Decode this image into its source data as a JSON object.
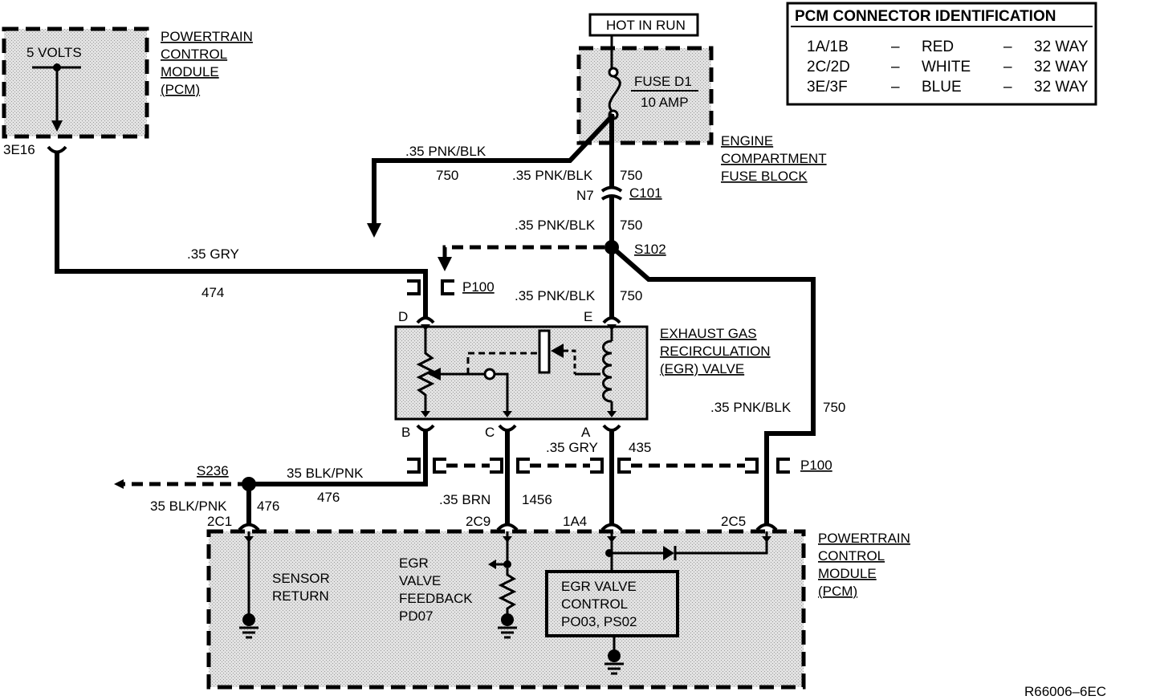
{
  "hot_in_run": "HOT IN RUN",
  "pcm_id": {
    "title": "PCM CONNECTOR IDENTIFICATION",
    "rows": [
      {
        "conn": "1A/1B",
        "dash1": "–",
        "color": "RED",
        "dash2": "–",
        "ways": "32 WAY"
      },
      {
        "conn": "2C/2D",
        "dash1": "–",
        "color": "WHITE",
        "dash2": "–",
        "ways": "32 WAY"
      },
      {
        "conn": "3E/3F",
        "dash1": "–",
        "color": "BLUE",
        "dash2": "–",
        "ways": "32 WAY"
      }
    ]
  },
  "pcm_top": {
    "voltage": "5 VOLTS",
    "name_lines": [
      "POWERTRAIN",
      "CONTROL",
      "MODULE",
      "(PCM)"
    ],
    "pin": "3E16"
  },
  "fuse": {
    "name": "FUSE D1",
    "rating": "10 AMP",
    "block_lines": [
      "ENGINE",
      "COMPARTMENT",
      "FUSE BLOCK"
    ]
  },
  "wires": {
    "w_left_gauge": ".35 PNK/BLK",
    "w_left_num": "750",
    "w_top_gauge": ".35 PNK/BLK",
    "w_top_num": "750",
    "c101_pin": "N7",
    "c101": "C101",
    "w_mid_gauge": ".35 PNK/BLK",
    "w_mid_num": "750",
    "s102": "S102",
    "gry_gauge": ".35 GRY",
    "gry_num": "474",
    "p100_top": "P100",
    "w_e_gauge": ".35 PNK/BLK",
    "w_e_num": "750",
    "w_right_gauge": ".35 PNK/BLK",
    "w_right_num": "750",
    "a_gauge": ".35 GRY",
    "a_num": "435",
    "p100_bottom": "P100",
    "s236": "S236",
    "bp_gauge": "35 BLK/PNK",
    "bp_num": "476",
    "bp2_gauge": "35 BLK/PNK",
    "bp2_num": "476",
    "brn_gauge": ".35 BRN",
    "brn_num": "1456"
  },
  "egr": {
    "pin_d": "D",
    "pin_e": "E",
    "pin_b": "B",
    "pin_c": "C",
    "pin_a": "A",
    "name_lines": [
      "EXHAUST GAS",
      "RECIRCULATION",
      "(EGR) VALVE"
    ]
  },
  "pcm_bottom": {
    "pin_2c1": "2C1",
    "pin_2c9": "2C9",
    "pin_1a4": "1A4",
    "pin_2c5": "2C5",
    "sensor_return": [
      "SENSOR",
      "RETURN"
    ],
    "feedback": [
      "EGR",
      "VALVE",
      "FEEDBACK",
      "PD07"
    ],
    "control": [
      "EGR VALVE",
      "CONTROL",
      "PO03, PS02"
    ],
    "name_lines": [
      "POWERTRAIN",
      "CONTROL",
      "MODULE",
      "(PCM)"
    ]
  },
  "ref_id": "R66006–6EC"
}
